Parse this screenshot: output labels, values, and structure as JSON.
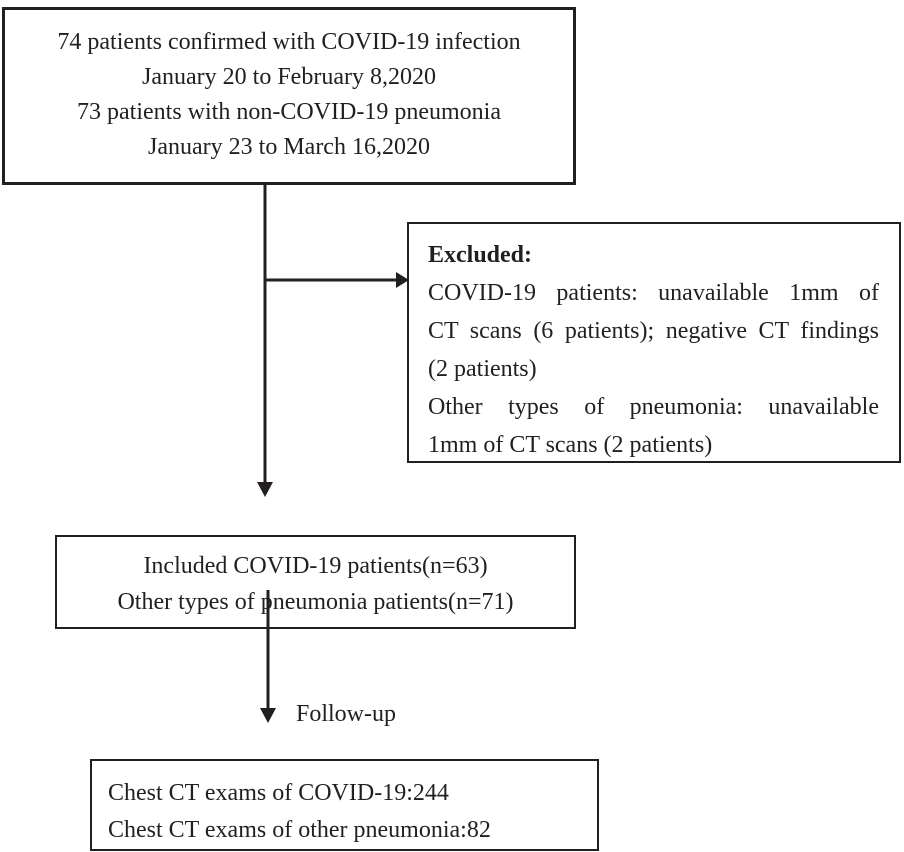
{
  "top_box": {
    "lines": [
      "74 patients confirmed with COVID-19 infection",
      "January 20 to February 8,2020",
      "73 patients with non-COVID-19 pneumonia",
      "January 23 to March 16,2020"
    ]
  },
  "excluded_box": {
    "heading": "Excluded:",
    "covid_line1": "COVID-19 patients: unavailable 1mm of",
    "covid_line2": "CT scans (6 patients); negative CT findings",
    "covid_line3": "(2 patients)",
    "other_line1": "Other types of pneumonia: unavailable",
    "other_line2": "1mm of CT scans (2 patients)"
  },
  "included_box": {
    "lines": [
      "Included COVID-19 patients(n=63)",
      "Other types of pneumonia patients(n=71)"
    ]
  },
  "follow_up_label": "Follow-up",
  "exams_box": {
    "lines": [
      "Chest CT exams of COVID-19:244",
      "Chest CT exams of other pneumonia:82"
    ]
  }
}
